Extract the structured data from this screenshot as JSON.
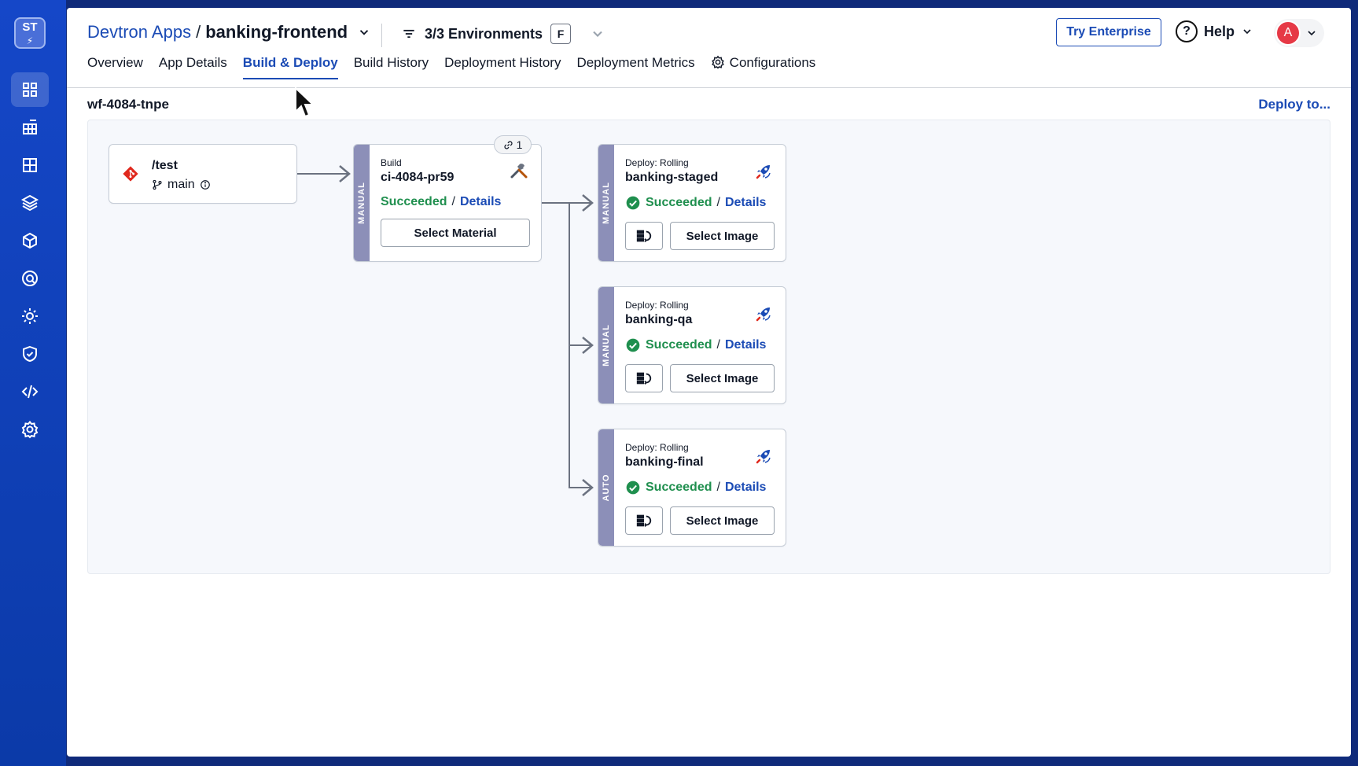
{
  "rail": {
    "logo_text": "ST",
    "items": [
      {
        "name": "apps-grid-icon",
        "active": true
      },
      {
        "name": "app-groups-icon",
        "active": false
      },
      {
        "name": "resource-browser-icon",
        "active": false
      },
      {
        "name": "charts-icon",
        "active": false
      },
      {
        "name": "deployments-icon",
        "active": false
      },
      {
        "name": "security-scan-icon",
        "active": false
      },
      {
        "name": "bulk-edit-icon",
        "active": false
      },
      {
        "name": "security-icon",
        "active": false
      },
      {
        "name": "code-icon",
        "active": false
      },
      {
        "name": "global-config-icon",
        "active": false
      }
    ]
  },
  "header": {
    "breadcrumb_app": "Devtron Apps",
    "breadcrumb_sep": "/",
    "app_name": "banking-frontend",
    "environments": "3/3 Environments",
    "env_shortcut": "F",
    "try_enterprise": "Try Enterprise",
    "help": "Help",
    "avatar_initial": "A"
  },
  "tabs": [
    {
      "label": "Overview",
      "active": false
    },
    {
      "label": "App Details",
      "active": false
    },
    {
      "label": "Build & Deploy",
      "active": true
    },
    {
      "label": "Build History",
      "active": false
    },
    {
      "label": "Deployment History",
      "active": false
    },
    {
      "label": "Deployment Metrics",
      "active": false
    },
    {
      "label": "Configurations",
      "active": false
    }
  ],
  "workflow": {
    "name": "wf-4084-tnpe",
    "deploy_to": "Deploy to...",
    "source": {
      "path": "/test",
      "branch": "main"
    },
    "ci": {
      "trigger": "MANUAL",
      "label": "Build",
      "title": "ci-4084-pr59",
      "link_count": "1",
      "status": "Succeeded",
      "separator": "/",
      "details": "Details",
      "button": "Select Material"
    },
    "cd": [
      {
        "trigger": "MANUAL",
        "label": "Deploy: Rolling",
        "title": "banking-staged",
        "status": "Succeeded",
        "separator": "/",
        "details": "Details",
        "button": "Select Image"
      },
      {
        "trigger": "MANUAL",
        "label": "Deploy: Rolling",
        "title": "banking-qa",
        "status": "Succeeded",
        "separator": "/",
        "details": "Details",
        "button": "Select Image"
      },
      {
        "trigger": "AUTO",
        "label": "Deploy: Rolling",
        "title": "banking-final",
        "status": "Succeeded",
        "separator": "/",
        "details": "Details",
        "button": "Select Image"
      }
    ]
  },
  "colors": {
    "accent": "#1b4bb5",
    "success": "#1f8f4e",
    "trigger_strip": "#8c8fb8",
    "rail": "#1547c8"
  }
}
